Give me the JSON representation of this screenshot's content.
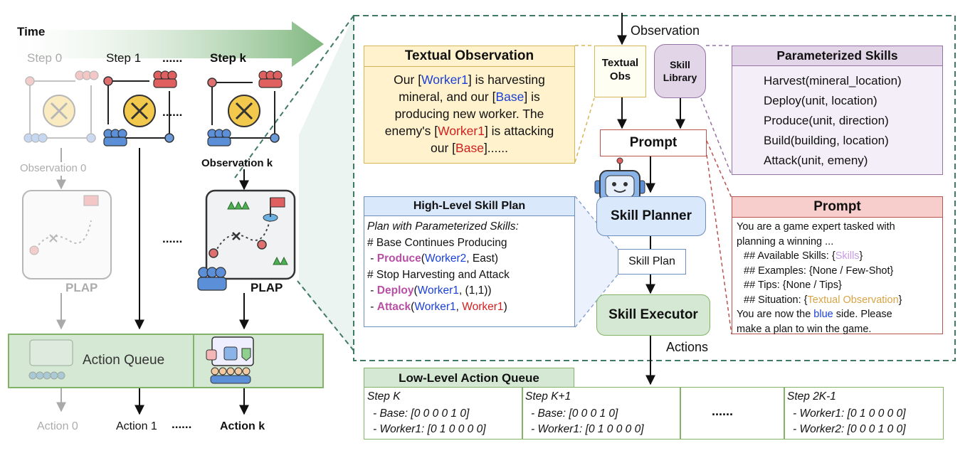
{
  "timeline": {
    "time_label": "Time",
    "steps": [
      "Step 0",
      "Step 1",
      "......",
      "Step k"
    ],
    "observation_0": "Observation 0",
    "observation_k": "Observation k",
    "plap_label": "PLAP",
    "plap_label_k": "PLAP",
    "dots": "......",
    "action_queue": "Action Queue",
    "actions": [
      "Action 0",
      "Action 1",
      "......",
      "Action k"
    ]
  },
  "top": {
    "observation": "Observation",
    "textual_obs": [
      "Textual",
      "Obs"
    ],
    "skill_library": [
      "Skill",
      "Library"
    ],
    "prompt": "Prompt",
    "skill_planner": "Skill Planner",
    "skill_plan": "Skill Plan",
    "skill_executor": "Skill Executor",
    "actions": "Actions"
  },
  "textual_observation": {
    "title": "Textual Observation",
    "l1a": "Our [",
    "l1b": "Worker1",
    "l1c": "] is harvesting",
    "l2a": "mineral, and our [",
    "l2b": "Base",
    "l2c": "] is",
    "l3": "producing new worker. The",
    "l4a": "enemy's [",
    "l4b": "Worker1",
    "l4c": "] is attacking",
    "l5a": "our [",
    "l5b": "Base",
    "l5c": "]......"
  },
  "parameterized_skills": {
    "title": "Parameterized Skills",
    "items": [
      {
        "icon": "pickaxe-icon",
        "text": "Harvest(mineral_location)"
      },
      {
        "icon": "deploy-icon",
        "text": "Deploy(unit, location)"
      },
      {
        "icon": "produce-icon",
        "text": "Produce(unit, direction)"
      },
      {
        "icon": "build-icon",
        "text": "Build(building, location)"
      },
      {
        "icon": "swords-icon",
        "text": "Attack(unit, emeny)"
      }
    ]
  },
  "skill_plan_box": {
    "title": "High-Level Skill Plan",
    "l1": "Plan with Parameterized Skills:",
    "l2": "# Base Continues Producing",
    "l3a": " - ",
    "l3b": "Produce",
    "l3c": "(",
    "l3d": "Worker2",
    "l3e": ", East)",
    "l4": "# Stop Harvesting and Attack",
    "l5a": " - ",
    "l5b": "Deploy",
    "l5c": "(",
    "l5d": "Worker1",
    "l5e": ", (1,1))",
    "l6a": " - ",
    "l6b": "Attack",
    "l6c": "(",
    "l6d": "Worker1",
    "l6e": ", ",
    "l6f": "Worker1",
    "l6g": ")"
  },
  "prompt_box": {
    "title": "Prompt",
    "l1": "You are a game expert tasked with",
    "l2": "planning a winning ...",
    "l3a": "## Available Skills: {",
    "l3b": "Skills",
    "l3c": "}",
    "l4": "## Examples: {None / Few-Shot}",
    "l5": "## Tips: {None / Tips}",
    "l6a": "## Situation: {",
    "l6b": "Textual Observation",
    "l6c": "}",
    "l7a": "You are now the ",
    "l7b": "blue",
    "l7c": " side. Please",
    "l8": "make a plan to win the game."
  },
  "queue": {
    "title": "Low-Level Action Queue",
    "cols": [
      {
        "step": "Step K",
        "r1": "- Base: [0 0 0 0 1 0]",
        "r2": "- Worker1: [0 1 0 0 0 0]"
      },
      {
        "step": "Step K+1",
        "r1": "- Base: [0 0 0 1 0]",
        "r2": "- Worker1: [0 1 0 0 0 0]"
      },
      {
        "step": "",
        "r1": "......",
        "r2": ""
      },
      {
        "step": "Step 2K-1",
        "r1": "- Worker1: [0 1 0 0 0 0]",
        "r2": "- Worker2: [0 0 0 1 0 0]"
      }
    ]
  },
  "colors": {
    "green_border": "#82b366",
    "green_fill": "#d5e8d4",
    "yellow_fill": "#fff2cc",
    "yellow_border": "#d6b656",
    "purple_fill": "#e1d5e7",
    "purple_border": "#9673a6",
    "blue_fill": "#dae8fc",
    "blue_border": "#6c8ebf",
    "red_fill": "#f8cecc",
    "red_border": "#b85450",
    "dashed_teal": "#3f7a63"
  }
}
